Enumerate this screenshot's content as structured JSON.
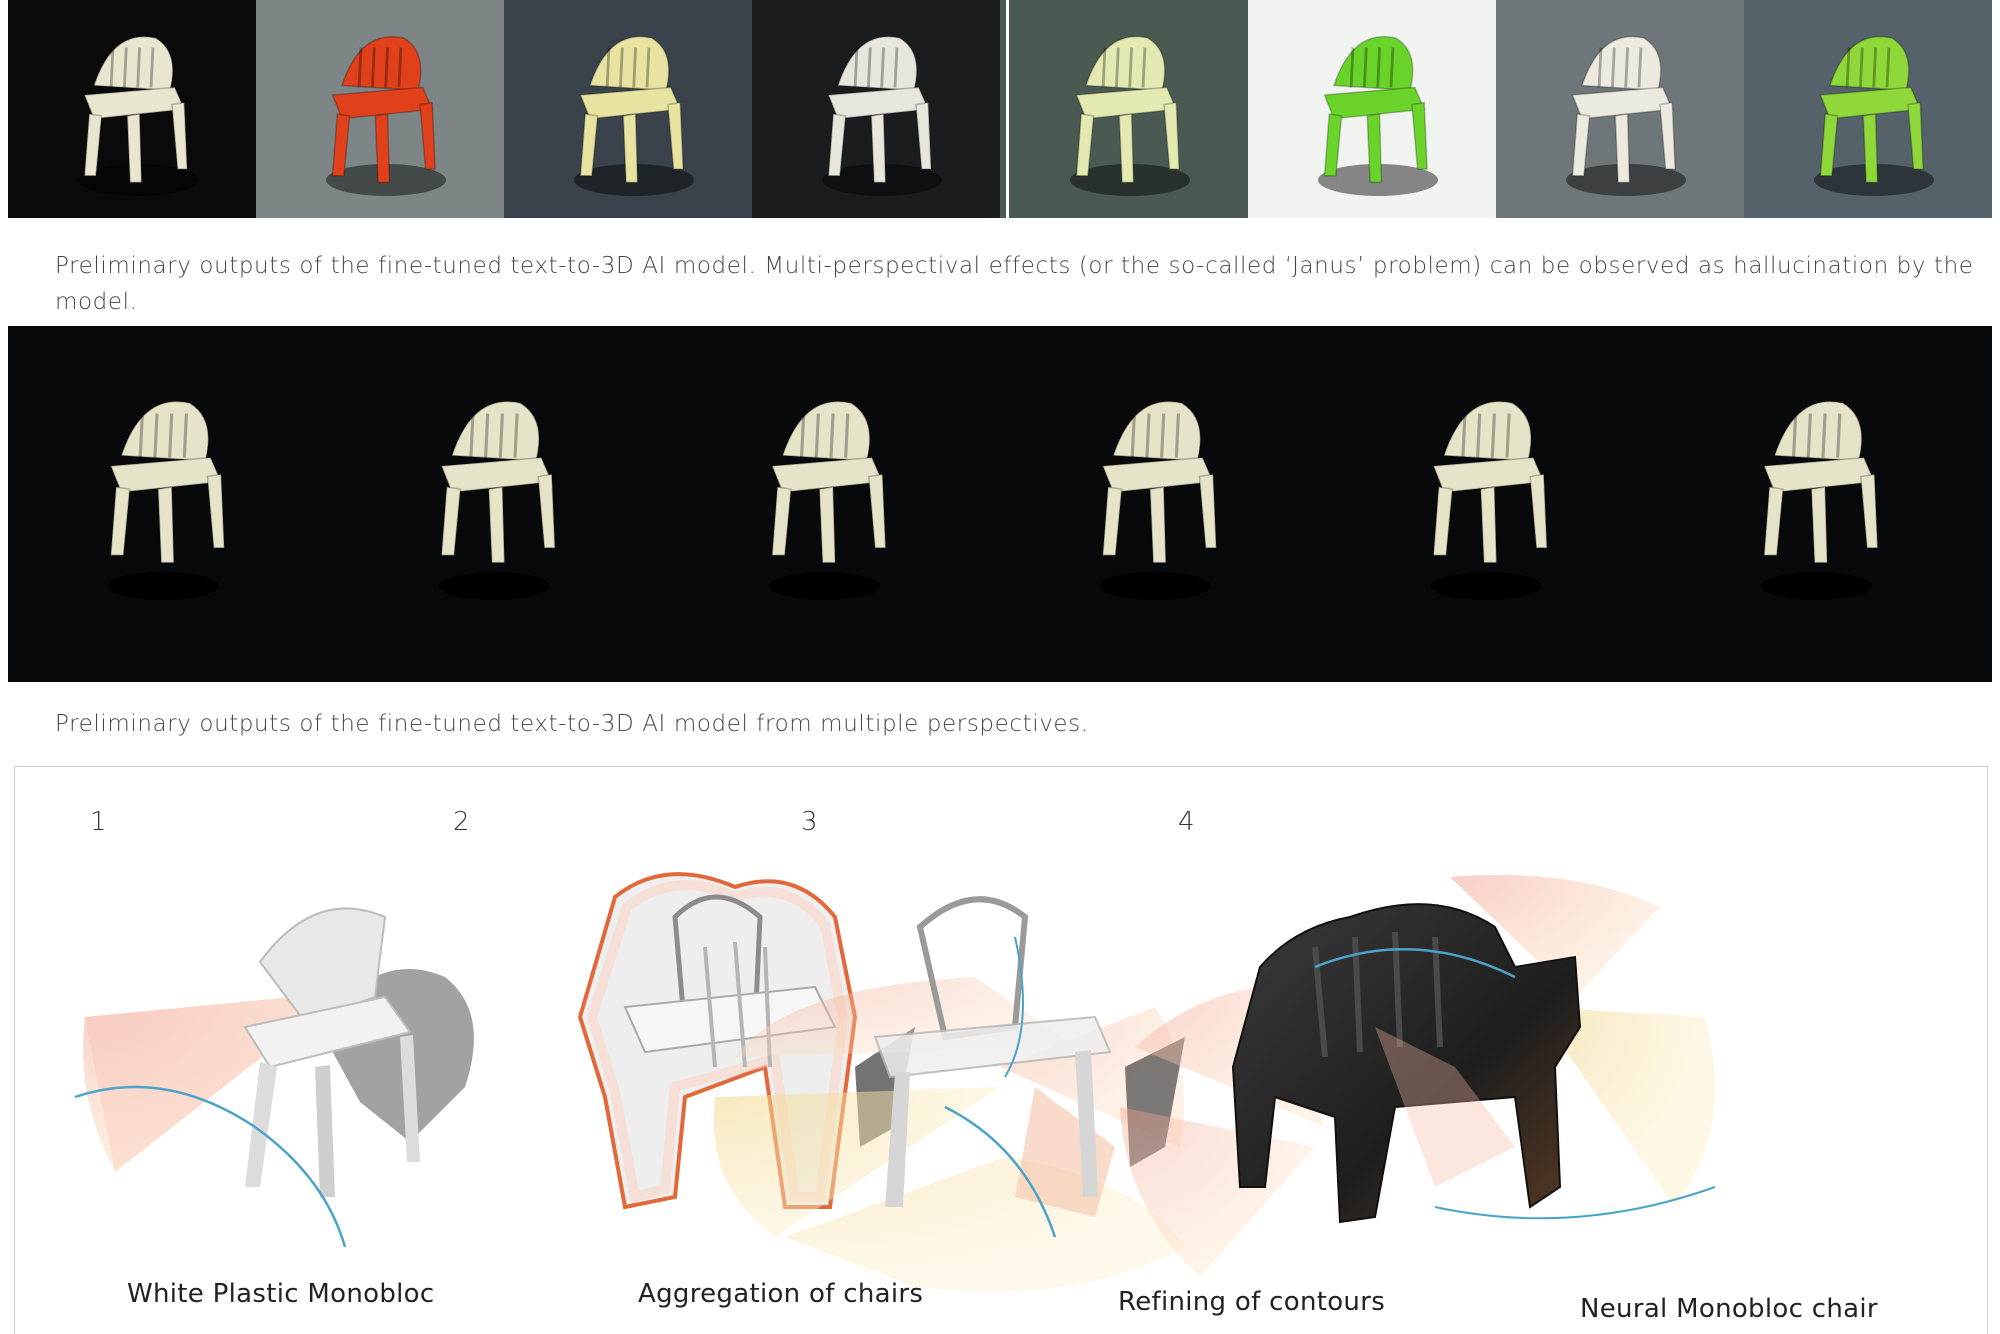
{
  "top_strip": {
    "tiles": [
      {
        "icon": "white-chair-render",
        "bg": "#0a0a0a",
        "chair": "#e9e6cf"
      },
      {
        "icon": "red-chair-render",
        "bg": "#7d8587",
        "chair": "#e0401a"
      },
      {
        "icon": "yellow-chair-render",
        "bg": "#3a434b",
        "chair": "#e8e3a0"
      },
      {
        "icon": "white-chair-render",
        "bg": "#1a1c1e",
        "chair": "#e7e6dc"
      },
      {
        "icon": "green-chair-render",
        "bg": "#4a5a52",
        "chair": "#e3e9b0"
      },
      {
        "icon": "green-blue-red-chair-render",
        "bg": "#f1f3f1",
        "chair": "#69d32a"
      },
      {
        "icon": "white-chair-render",
        "bg": "#6f767a",
        "chair": "#eceade"
      },
      {
        "icon": "green-chair-render",
        "bg": "#55626a",
        "chair": "#8fd83a"
      }
    ]
  },
  "captions": {
    "first": "Preliminary outputs of the fine-tuned text-to-3D AI model. Multi-perspectival effects (or the so-called ‘Janus’ problem) can be observed as hallucination by the model.",
    "second": "Preliminary outputs of the fine-tuned text-to-3D AI model from multiple perspectives."
  },
  "perspective_band": {
    "views": [
      {
        "icon": "white-chair-view-1"
      },
      {
        "icon": "white-chair-view-2"
      },
      {
        "icon": "white-chair-view-3"
      },
      {
        "icon": "white-chair-view-4"
      },
      {
        "icon": "white-chair-view-5"
      },
      {
        "icon": "white-chair-view-6"
      }
    ],
    "chair_color": "#e6e4c8"
  },
  "process": {
    "steps": [
      {
        "number": "1",
        "label": "White Plastic Monobloc",
        "icon": "white-monobloc-chair-illustration"
      },
      {
        "number": "2",
        "label": "Aggregation of chairs",
        "icon": "aggregated-chairs-illustration"
      },
      {
        "number": "3",
        "label": "Refining of contours",
        "icon": "refined-contours-illustration"
      },
      {
        "number": "4",
        "label": "Neural Monobloc chair",
        "icon": "neural-monobloc-chair-illustration"
      }
    ],
    "colors": {
      "sector": "#f5b8a6",
      "sector_yellow": "#f7e3a0",
      "curve": "#4aa3c9",
      "outline": "#e2683a",
      "dark_chair": "#2a2a2a"
    }
  }
}
